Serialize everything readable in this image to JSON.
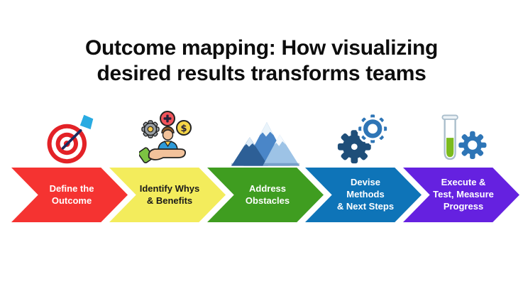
{
  "title": "Outcome mapping: How visualizing\ndesired results transforms teams",
  "flow": {
    "steps": [
      {
        "label": "Define the\nOutcome",
        "color": "#F53331",
        "text_color": "#FFFFFF",
        "icon": "target-dart"
      },
      {
        "label": "Identify Whys\n& Benefits",
        "color": "#F3EC5C",
        "text_color": "#1A1A1A",
        "icon": "hand-benefits"
      },
      {
        "label": "Address\nObstacles",
        "color": "#3F9D20",
        "text_color": "#FFFFFF",
        "icon": "mountain"
      },
      {
        "label": "Devise Methods\n& Next Steps",
        "color": "#0E74B8",
        "text_color": "#FFFFFF",
        "icon": "gears"
      },
      {
        "label": "Execute &\nTest, Measure\nProgress",
        "color": "#6521E0",
        "text_color": "#FFFFFF",
        "icon": "test-tube-gear"
      }
    ],
    "icon_colors": {
      "target_red": "#E32227",
      "dart_shaft_navy": "#1B2A5E",
      "dart_fletch_cyan": "#29ABE2",
      "coin_yellow": "#F5D547",
      "plus_badge_red": "#F2545B",
      "gear_gray": "#9AA0A6",
      "skin": "#F2C29B",
      "sleeve_green": "#7CC242",
      "shirt_blue": "#2E9AD8",
      "mountain_blue_dark": "#2D5F96",
      "mountain_blue_mid": "#4A86C8",
      "mountain_blue_light": "#9DC3E6",
      "gear_navy": "#1F4E79",
      "gear_blue": "#2E75B6",
      "liquid_green": "#7CBB1E"
    }
  }
}
